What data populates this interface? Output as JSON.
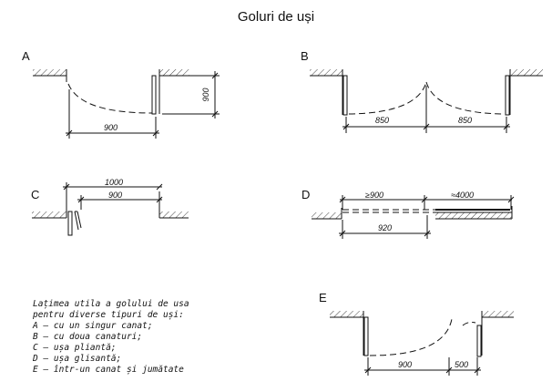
{
  "title": "Goluri de uși",
  "figures": {
    "A": {
      "label": "A",
      "width_dim": "900",
      "height_dim": "900"
    },
    "B": {
      "label": "B",
      "left_dim": "850",
      "right_dim": "850"
    },
    "C": {
      "label": "C",
      "outer_dim": "1000",
      "inner_dim": "900"
    },
    "D": {
      "label": "D",
      "left_top_dim": "≥900",
      "right_top_dim": "≈4000",
      "bottom_dim": "920"
    },
    "E": {
      "label": "E",
      "main_dim": "900",
      "side_dim": "500"
    }
  },
  "legend": {
    "lines": [
      "Lațimea utila a golului de usa",
      "pentru diverse tipuri de uși:",
      "A – cu un singur canat;",
      "B – cu doua canaturi;",
      "C – ușa pliantă;",
      "D – ușa glisantă;",
      "E – într-un canat și jumătate"
    ]
  }
}
